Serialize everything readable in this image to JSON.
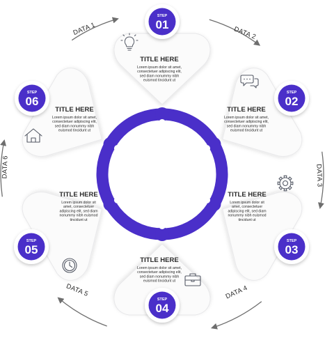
{
  "colors": {
    "accent": "#4a2fc9",
    "petal": "#fbfbfb",
    "text": "#2a2a2a",
    "arrow": "#6e6e6e"
  },
  "steps": [
    {
      "label": "STEP",
      "number": "01",
      "title": "TITLE HERE",
      "body": [
        "Lorem ipsum dolor sit amet,",
        "consectetuer adipiscing elit,",
        "sed diam nonummy nibh",
        "euismod tincidunt ut"
      ],
      "icon": "lightbulb-icon",
      "data_label": "DATA 1"
    },
    {
      "label": "STEP",
      "number": "02",
      "title": "TITLE HERE",
      "body": [
        "Lorem ipsum dolor sit amet,",
        "consectetuer adipiscing elit,",
        "sed diam nonummy nibh",
        "euismod tincidunt ut"
      ],
      "icon": "chat-bubbles-icon",
      "data_label": "DATA 2"
    },
    {
      "label": "STEP",
      "number": "03",
      "title": "TITLE HERE",
      "body": [
        "Lorem ipsum dolor sit",
        "amet, consectetuer",
        "adipiscing elit, sed diam",
        "nonummy nibh euismod",
        "tincidunt ut"
      ],
      "icon": "gear-icon",
      "data_label": "DATA 3"
    },
    {
      "label": "STEP",
      "number": "04",
      "title": "TITLE HERE",
      "body": [
        "Lorem ipsum dolor sit amet,",
        "consectetuer adipiscing elit,",
        "sed diam nonummy nibh",
        "euismod tincidunt ut"
      ],
      "icon": "briefcase-icon",
      "data_label": "DATA 4"
    },
    {
      "label": "STEP",
      "number": "05",
      "title": "TITLE HERE",
      "body": [
        "Lorem ipsum dolor sit",
        "amet, consectetuer",
        "adipiscing elit, sed diam",
        "nonummy nibh euismod",
        "tincidunt ut"
      ],
      "icon": "clock-icon",
      "data_label": "DATA 5"
    },
    {
      "label": "STEP",
      "number": "06",
      "title": "TITLE HERE",
      "body": [
        "Lorem ipsum dolor sit amet,",
        "consectetuer adipiscing elit,",
        "sed diam nonummy nibh",
        "euismod tincidunt ut"
      ],
      "icon": "home-icon",
      "data_label": "DATA 6"
    }
  ]
}
